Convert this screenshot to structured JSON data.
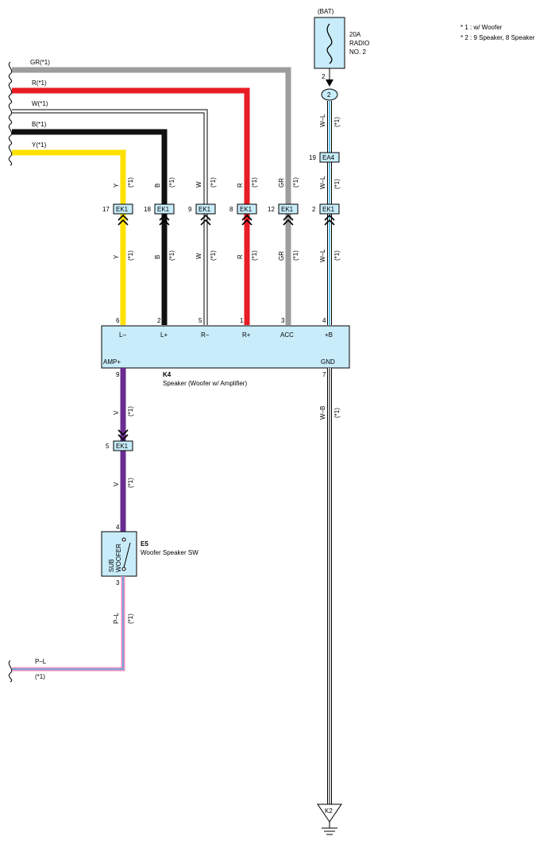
{
  "notes": [
    "* 1 : w/ Woofer",
    "* 2 : 9 Speaker,  8 Speaker"
  ],
  "fuse": {
    "source": "(BAT)",
    "line1": "20A",
    "line2": "RADIO",
    "line3": "NO. 2",
    "pin": "2",
    "junction": "2"
  },
  "wire_colors": {
    "GR": "#9d9d9d",
    "R": "#e81c24",
    "W": "#ffffff",
    "B": "#111111",
    "Y": "#ffe100",
    "V": "#6a2c91",
    "L": "#3fb4e6",
    "P": "#ef8fbf"
  },
  "inputs": [
    {
      "label": "GR(*1)"
    },
    {
      "label": "R(*1)"
    },
    {
      "label": "W(*1)"
    },
    {
      "label": "B(*1)"
    },
    {
      "label": "Y(*1)"
    }
  ],
  "wire_codes": {
    "y": "Y",
    "b": "B",
    "w": "W",
    "r": "R",
    "gr": "GR",
    "wl": "W–L",
    "v": "V",
    "pl": "P–L",
    "wb": "W–B",
    "note": "(*1)"
  },
  "connectors": {
    "ea4": {
      "name": "EA4",
      "pin": "19"
    },
    "ek1": [
      {
        "name": "EK1",
        "pin": "17"
      },
      {
        "name": "EK1",
        "pin": "18"
      },
      {
        "name": "EK1",
        "pin": "9"
      },
      {
        "name": "EK1",
        "pin": "8"
      },
      {
        "name": "EK1",
        "pin": "12"
      },
      {
        "name": "EK1",
        "pin": "2"
      }
    ],
    "ek1_v": {
      "name": "EK1",
      "pin": "5"
    }
  },
  "speaker": {
    "code": "K4",
    "name": "Speaker (Woofer w/ Amplifier)",
    "terminals": [
      {
        "pin": "6",
        "label": "L–"
      },
      {
        "pin": "2",
        "label": "L+"
      },
      {
        "pin": "5",
        "label": "R–"
      },
      {
        "pin": "1",
        "label": "R+"
      },
      {
        "pin": "3",
        "label": "ACC"
      },
      {
        "pin": "4",
        "label": "+B"
      }
    ],
    "amp": {
      "pin": "9",
      "label": "AMP+"
    },
    "gnd": {
      "pin": "7",
      "label": "GND"
    }
  },
  "switch": {
    "code": "E5",
    "name": "Woofer Speaker SW",
    "inner1": "SUB",
    "inner2": "WOOFER",
    "pin_top": "4",
    "pin_bottom": "3"
  },
  "pl_input": {
    "label": "P–L",
    "note": "(*1)"
  },
  "ground": {
    "code": "K2"
  }
}
